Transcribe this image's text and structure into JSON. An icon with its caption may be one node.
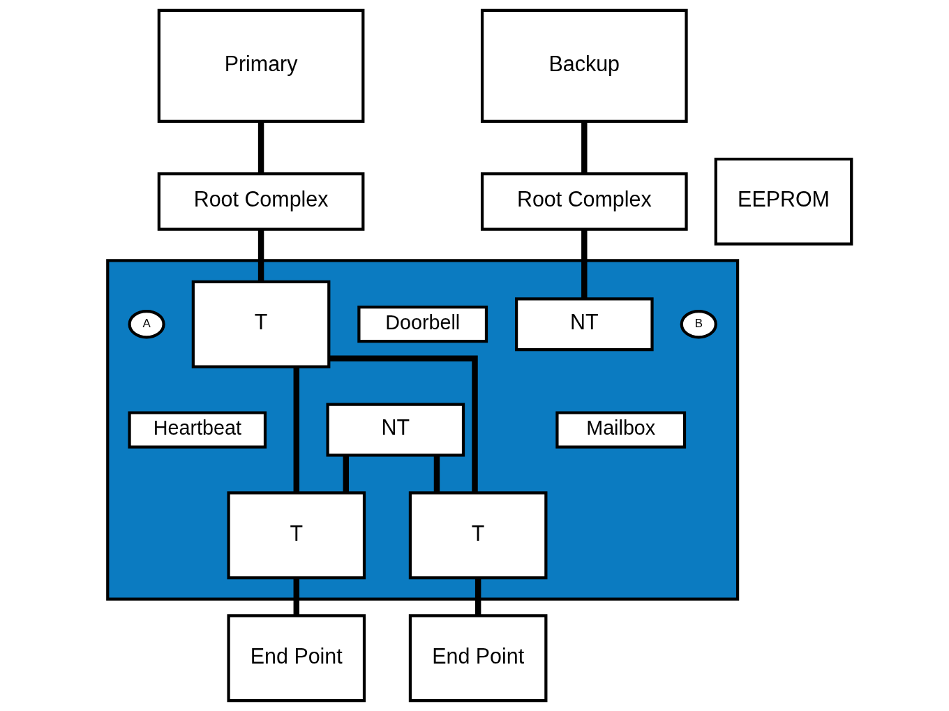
{
  "diagram": {
    "nodes": [
      {
        "text": [
          "Primary"
        ]
      },
      {
        "text": [
          "Backup"
        ]
      },
      {
        "text": [
          "Root Complex"
        ]
      },
      {
        "text": [
          "Root Complex"
        ]
      },
      {
        "text": [],
        "shape": "box"
      },
      {
        "text": [
          "EEPROM"
        ]
      },
      {
        "text": [
          "A"
        ],
        "in": 4
      },
      {
        "text": [
          "T"
        ],
        "in": 4
      },
      {
        "text": [
          "Doorbell"
        ],
        "in": 4
      },
      {
        "text": [
          "NT"
        ],
        "in": 4
      },
      {
        "text": [
          "B"
        ],
        "in": 4
      },
      {
        "text": [
          "Heartbeat"
        ],
        "in": 4
      },
      {
        "text": [
          "Mailbox"
        ],
        "in": 4
      },
      {
        "text": [
          "NT"
        ],
        "in": 4
      },
      {
        "text": [
          "T"
        ],
        "in": 4
      },
      {
        "text": [
          "T"
        ],
        "in": 4
      },
      {
        "text": [
          "End Point"
        ]
      },
      {
        "text": [
          "End Point"
        ]
      }
    ],
    "edges": [
      {
        "from": 0,
        "to": 2,
        "arrow": "none"
      },
      {
        "from": 1,
        "to": 3,
        "arrow": "none"
      },
      {
        "from": 2,
        "to": 7,
        "arrow": "none"
      },
      {
        "from": 3,
        "to": 9,
        "arrow": "none"
      },
      {
        "from": 7,
        "to": 14,
        "arrow": "none"
      },
      {
        "from": 7,
        "to": 15,
        "arrow": "none"
      },
      {
        "from": 13,
        "to": 14,
        "arrow": "none"
      },
      {
        "from": 13,
        "to": 15,
        "arrow": "none"
      },
      {
        "from": 14,
        "to": 16,
        "arrow": "none"
      },
      {
        "from": 15,
        "to": 17,
        "arrow": "none"
      }
    ]
  }
}
